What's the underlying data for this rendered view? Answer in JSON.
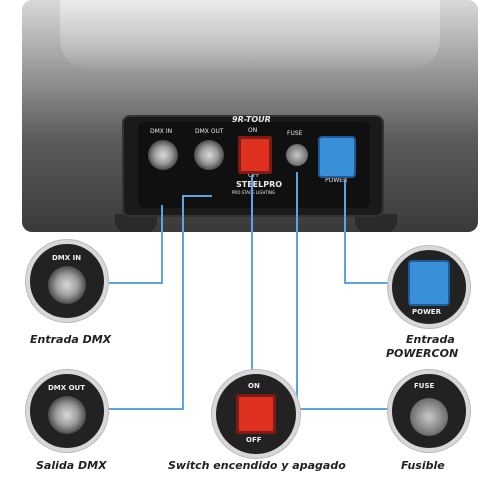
{
  "panel": {
    "model": "9R-TOUR",
    "on_label": "ON",
    "off_label": "OFF",
    "dmx_in": "DMX IN",
    "dmx_out": "DMX OUT",
    "fuse": "FUSE",
    "power": "POWER",
    "brand": "STEELPRO",
    "brand_sub": "PRO STAGE LIGHTING"
  },
  "callouts": {
    "dmx_in": {
      "label": "DMX IN",
      "caption": "Entrada DMX"
    },
    "dmx_out": {
      "label": "DMX OUT",
      "caption": "Salida DMX"
    },
    "switch": {
      "on": "ON",
      "off": "OFF",
      "caption": "Switch encendido y apagado"
    },
    "fuse": {
      "label": "FUSE",
      "caption": "Fusible"
    },
    "powercon": {
      "label": "POWER",
      "caption_line1": "Entrada",
      "caption_line2": "POWERCON"
    }
  },
  "colors": {
    "accent_line": "#5aa5e6",
    "switch_red": "#e03020",
    "powercon_blue": "#3a8fd9"
  }
}
